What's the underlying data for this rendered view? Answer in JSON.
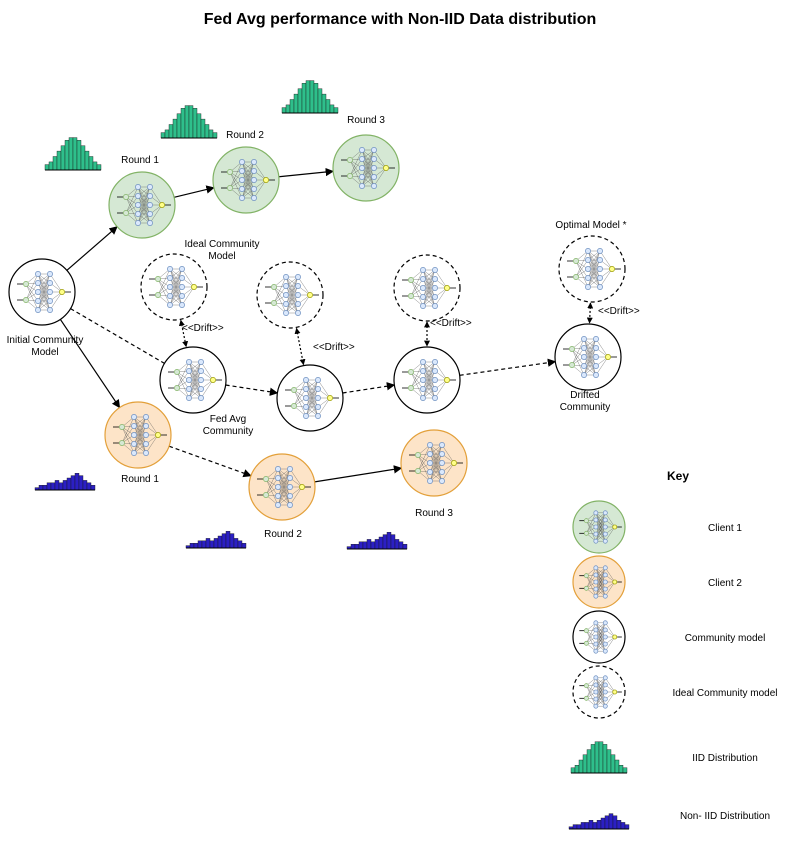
{
  "title": "Fed Avg performance with Non-IID Data distribution",
  "nodes": [
    {
      "id": "initial",
      "label": "Initial Community\nModel",
      "kind": "community"
    },
    {
      "id": "c1r1",
      "label": "Round 1",
      "kind": "client1"
    },
    {
      "id": "c1r2",
      "label": "Round 2",
      "kind": "client1"
    },
    {
      "id": "c1r3",
      "label": "Round 3",
      "kind": "client1"
    },
    {
      "id": "c2r1",
      "label": "Round 1",
      "kind": "client2"
    },
    {
      "id": "c2r2",
      "label": "Round 2",
      "kind": "client2"
    },
    {
      "id": "c2r3",
      "label": "Round 3",
      "kind": "client2"
    },
    {
      "id": "ideal1",
      "label": "Ideal Community\nModel",
      "kind": "ideal"
    },
    {
      "id": "ideal2",
      "label": "",
      "kind": "ideal"
    },
    {
      "id": "ideal3",
      "label": "",
      "kind": "ideal"
    },
    {
      "id": "ideal4",
      "label": "Optimal Model *",
      "kind": "ideal"
    },
    {
      "id": "fa1",
      "label": "Fed Avg\nCommunity",
      "kind": "community"
    },
    {
      "id": "fa2",
      "label": "",
      "kind": "community"
    },
    {
      "id": "fa3",
      "label": "",
      "kind": "community"
    },
    {
      "id": "fa4",
      "label": "Drifted\nCommunity",
      "kind": "community"
    }
  ],
  "edges": [
    {
      "from": "initial",
      "to": "c1r1",
      "style": "solid"
    },
    {
      "from": "c1r1",
      "to": "c1r2",
      "style": "solid"
    },
    {
      "from": "c1r2",
      "to": "c1r3",
      "style": "solid"
    },
    {
      "from": "initial",
      "to": "c2r1",
      "style": "solid"
    },
    {
      "from": "c2r1",
      "to": "c2r2",
      "style": "dashed"
    },
    {
      "from": "c2r2",
      "to": "c2r3",
      "style": "solid"
    },
    {
      "from": "initial",
      "to": "fa1",
      "style": "dashed"
    },
    {
      "from": "fa1",
      "to": "fa2",
      "style": "dashed"
    },
    {
      "from": "fa2",
      "to": "fa3",
      "style": "dashed"
    },
    {
      "from": "fa3",
      "to": "fa4",
      "style": "dashed"
    }
  ],
  "drift_label": "<<Drift>>",
  "histograms": {
    "iid_bins": [
      2,
      3,
      5,
      7,
      9,
      11,
      12,
      12,
      11,
      9,
      7,
      5,
      3,
      2
    ],
    "noniid_bins": [
      1,
      2,
      2,
      3,
      3,
      4,
      3,
      4,
      5,
      6,
      7,
      6,
      4,
      3,
      2
    ],
    "iid_color": "#2ebf8b",
    "noniid_color": "#2b1fc4"
  },
  "colors": {
    "client1_fill": "#d5e8d4",
    "client1_stroke": "#82b366",
    "client2_fill": "#fde4c8",
    "client2_stroke": "#e3a03a",
    "neuron_fill": "#dae8fc",
    "neuron_stroke": "#6c8ebf",
    "input_neuron_fill": "#d5e8d4",
    "input_neuron_stroke": "#82b366",
    "output_neuron_fill": "#ffff88",
    "output_neuron_stroke": "#9a9a00"
  },
  "key": {
    "heading": "Key",
    "items": [
      {
        "label": "Client 1",
        "kind": "client1"
      },
      {
        "label": "Client 2",
        "kind": "client2"
      },
      {
        "label": "Community model",
        "kind": "community"
      },
      {
        "label": "Ideal Community model",
        "kind": "ideal"
      },
      {
        "label": "IID Distribution",
        "kind": "iid"
      },
      {
        "label": "Non- IID Distribution",
        "kind": "noniid"
      }
    ]
  }
}
